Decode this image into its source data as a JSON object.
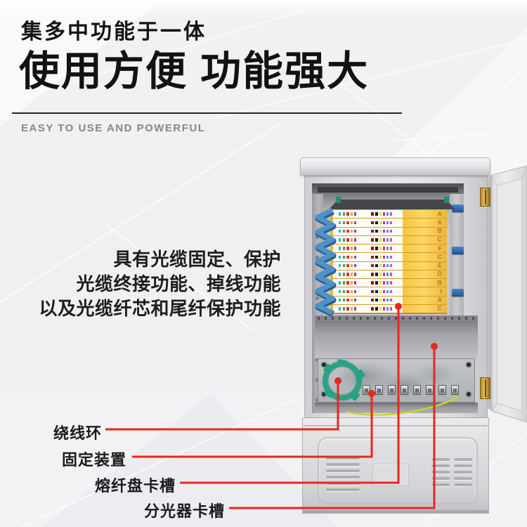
{
  "header": {
    "tagline": "集多中功能于一体",
    "title": "使用方便 功能强大",
    "subtitle_en": "EASY TO USE AND POWERFUL"
  },
  "features": {
    "line1": "具有光缆固定、保护",
    "line2": "光缆终接功能、掉线功能",
    "line3": "以及光缆纤芯和尾纤保护功能"
  },
  "callouts": [
    {
      "label": "绕线环"
    },
    {
      "label": "固定装置"
    },
    {
      "label": "熔纤盘卡槽"
    },
    {
      "label": "分光器卡槽"
    }
  ],
  "cabinet": {
    "description": "optical-fiber-distribution-cabinet-photo",
    "tray_letters": [
      "A",
      "A",
      "B",
      "C",
      "F",
      "C",
      "E",
      "D",
      "B",
      "I",
      "A",
      "C"
    ]
  },
  "colors": {
    "accent_red": "#e8271e",
    "tray_yellow": "#f6c443",
    "comb_blue": "#4e93c8",
    "ring_green": "#26a385",
    "ground_wire": "#c8d42f",
    "title_text": "#121214",
    "subtitle_gray": "#87878b"
  }
}
